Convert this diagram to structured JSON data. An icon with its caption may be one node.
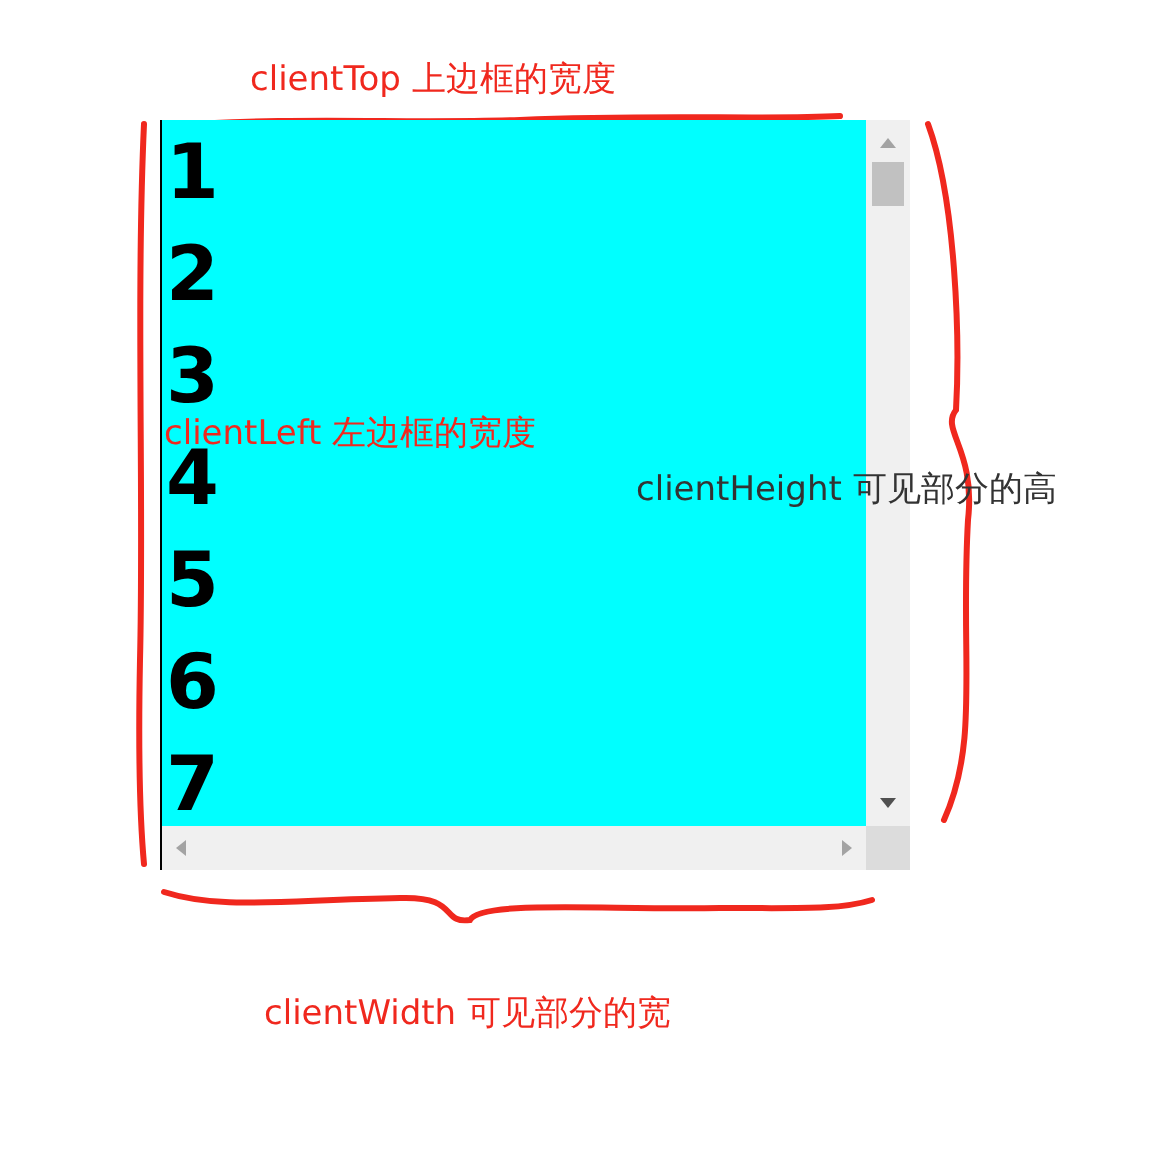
{
  "diagram": {
    "nodes": [
      {
        "text": [
          "1",
          "2",
          "3",
          "4",
          "5",
          "6",
          "7"
        ]
      }
    ],
    "edges": [],
    "labels": [
      "clientTop 上边框的宽度",
      "clientLeft 左边框的宽度",
      "clientHeight 可见部分的高",
      "clientWidth 可见部分的宽"
    ]
  }
}
